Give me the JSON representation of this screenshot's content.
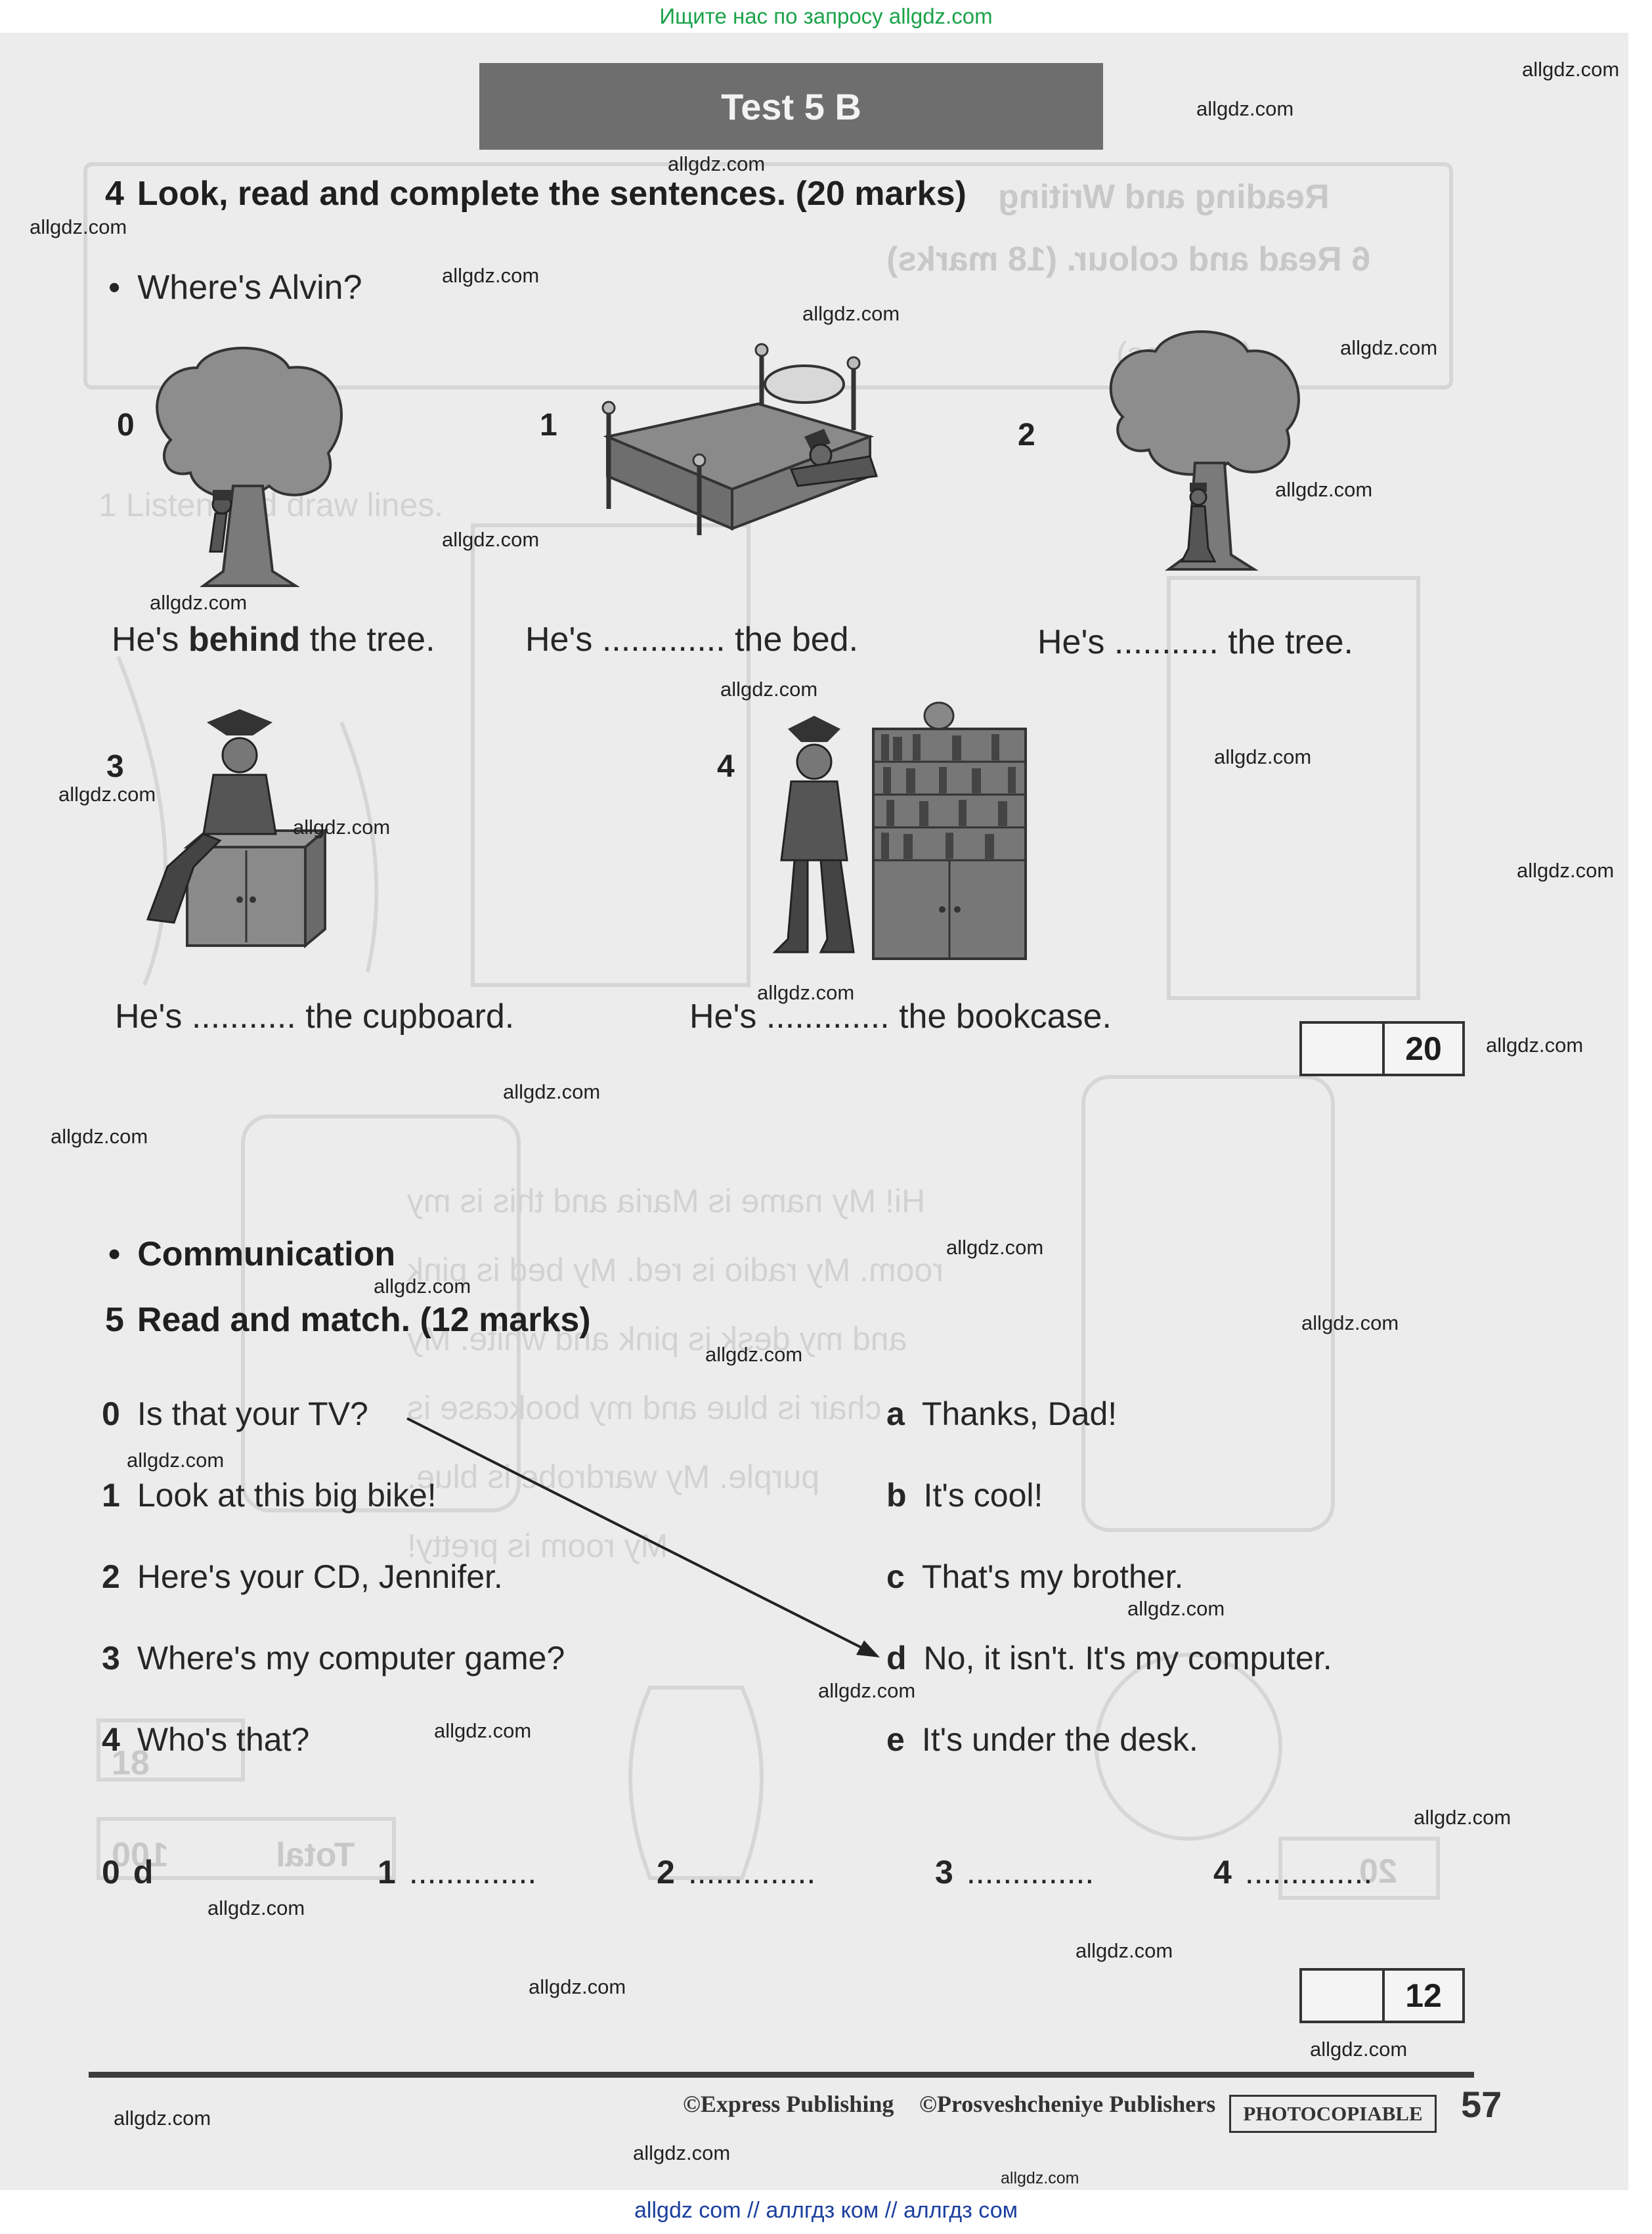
{
  "banner_top": "Ищите нас по запросу allgdz.com",
  "banner_bottom": "allgdz com  //  аллгдз ком  //  аллгдз сом",
  "title": "Test 5 B",
  "section4": {
    "num": "4",
    "heading": "Look, read and complete the sentences. (20 marks)",
    "bullet": "Where's Alvin?",
    "pictures": [
      {
        "num": "0",
        "pre": "He's ",
        "answer": "behind",
        "post": " the tree."
      },
      {
        "num": "1",
        "text": "He's ............. the bed."
      },
      {
        "num": "2",
        "text": "He's ........... the tree."
      },
      {
        "num": "3",
        "text": "He's ........... the cupboard."
      },
      {
        "num": "4",
        "text": "He's ............. the bookcase."
      }
    ],
    "score": "20"
  },
  "section5": {
    "bullet": "Communication",
    "num": "5",
    "heading": "Read and match. (12 marks)",
    "questions": [
      {
        "k": "0",
        "text": "Is that your TV?"
      },
      {
        "k": "1",
        "text": "Look at this big bike!"
      },
      {
        "k": "2",
        "text": "Here's your CD, Jennifer."
      },
      {
        "k": "3",
        "text": "Where's my computer game?"
      },
      {
        "k": "4",
        "text": "Who's that?"
      }
    ],
    "answers": [
      {
        "k": "a",
        "text": "Thanks, Dad!"
      },
      {
        "k": "b",
        "text": "It's cool!"
      },
      {
        "k": "c",
        "text": "That's my brother."
      },
      {
        "k": "d",
        "text": "No, it isn't. It's my computer."
      },
      {
        "k": "e",
        "text": "It's under the desk."
      }
    ],
    "answer_row": [
      {
        "k": "0",
        "v": "d"
      },
      {
        "k": "1",
        "v": ".............."
      },
      {
        "k": "2",
        "v": ".............."
      },
      {
        "k": "3",
        "v": ".............."
      },
      {
        "k": "4",
        "v": ".............."
      }
    ],
    "score": "12"
  },
  "ghost": {
    "line1": "Reading and Writing",
    "line2": "6  Read and colour. (18 marks)",
    "line3": "(minutes)",
    "line4": "1  Listen and draw lines.",
    "reading_lines": [
      "Hi! My name is Maria and this is my",
      "room. My radio is red. My bed is pink",
      "and my desk is pink and white. My",
      "chair is blue and my bookcase is",
      "purple. My wardrobe is blue.",
      "My room is pretty!"
    ],
    "box18": "18",
    "total_label": "Total",
    "total_value": "100",
    "box20": "20"
  },
  "footer": {
    "publisher1": "©Express Publishing",
    "publisher2": "©Prosveshcheniye Publishers",
    "photocopiable": "PHOTOCOPIABLE",
    "page": "57"
  },
  "watermark": "allgdz.com",
  "colors": {
    "sheet": "#ececec",
    "title_bar": "#6e6e6e",
    "banner_top": "#1aa34a",
    "banner_bottom": "#1b3f9e"
  }
}
